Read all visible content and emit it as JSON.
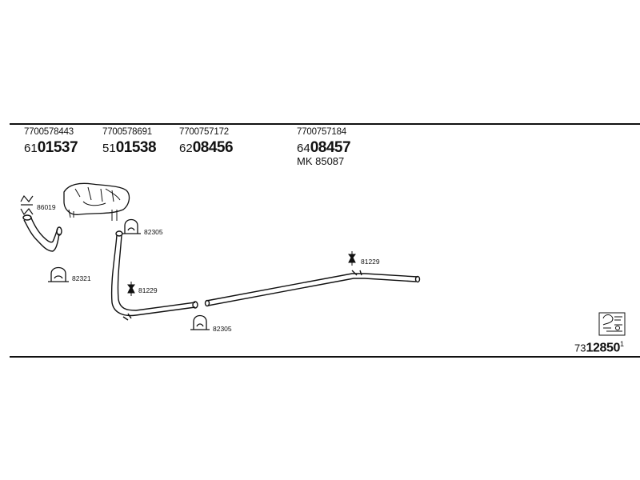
{
  "parts": [
    {
      "ref": "7700578443",
      "prefix": "61",
      "code": "01537"
    },
    {
      "ref": "7700578691",
      "prefix": "51",
      "code": "01538"
    },
    {
      "ref": "7700757172",
      "prefix": "62",
      "code": "08456"
    },
    {
      "ref": "7700757184",
      "prefix": "64",
      "code": "08457"
    }
  ],
  "kit_label": "MK  85087",
  "callouts": {
    "c86019": "86019",
    "c82305a": "82305",
    "c82321": "82321",
    "c81229a": "81229",
    "c81229b": "81229",
    "c82305b": "82305"
  },
  "footer": {
    "prefix": "73",
    "code": "12850",
    "suffix": "1"
  }
}
